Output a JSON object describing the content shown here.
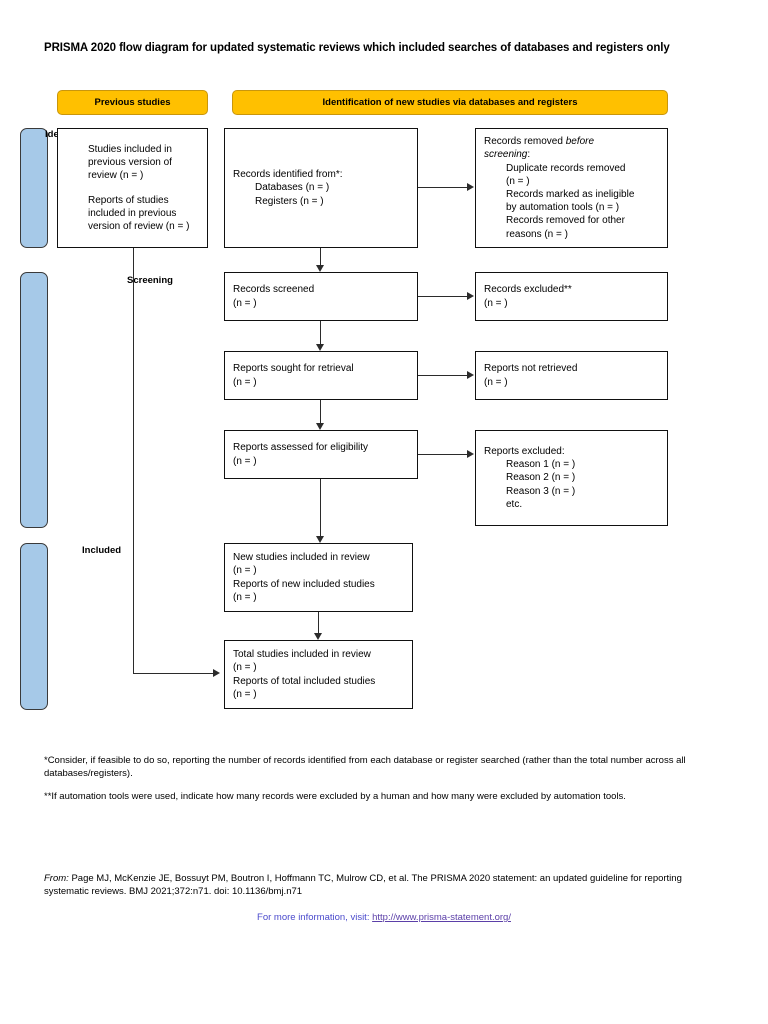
{
  "title": "PRISMA 2020 flow diagram for updated systematic reviews which included searches of databases and registers only",
  "headers": {
    "previous": "Previous studies",
    "new": "Identification of new studies via databases and registers"
  },
  "stages": {
    "identification": "Identification",
    "screening": "Screening",
    "included": "Included"
  },
  "boxes": {
    "previous_studies": {
      "line1": "Studies included in",
      "line2": "previous version of",
      "line3": "review (n = )",
      "line4": "Reports of studies",
      "line5": "included in previous",
      "line6": "version of review (n = )"
    },
    "identified": {
      "line1": "Records identified from*:",
      "line2": "Databases (n = )",
      "line3": "Registers (n = )"
    },
    "removed": {
      "line1a": "Records removed ",
      "line1b": "before",
      "line2a": "screening",
      "line2b": ":",
      "line3": "Duplicate records removed",
      "line4": "(n = )",
      "line5": "Records marked as ineligible",
      "line6": "by automation tools (n = )",
      "line7": "Records removed for other",
      "line8": "reasons (n = )"
    },
    "screened": {
      "line1": "Records screened",
      "line2": "(n = )"
    },
    "records_excluded": {
      "line1": "Records excluded**",
      "line2": "(n = )"
    },
    "sought": {
      "line1": "Reports sought for retrieval",
      "line2": "(n = )"
    },
    "not_retrieved": {
      "line1": "Reports not retrieved",
      "line2": "(n = )"
    },
    "assessed": {
      "line1": "Reports assessed for eligibility",
      "line2": "(n = )"
    },
    "reports_excluded": {
      "line1": "Reports excluded:",
      "line2": "Reason 1 (n = )",
      "line3": "Reason 2 (n = )",
      "line4": "Reason 3 (n = )",
      "line5": "etc."
    },
    "new_included": {
      "line1": "New studies included in review",
      "line2": "(n = )",
      "line3": "Reports of new included studies",
      "line4": "(n = )"
    },
    "total_included": {
      "line1": "Total studies included in review",
      "line2": "(n = )",
      "line3": "Reports of total included studies",
      "line4": "(n = )"
    }
  },
  "footnotes": {
    "one": "*Consider, if feasible to do so, reporting the number of records identified from each database or register searched (rather than the total number across all databases/registers).",
    "two": "**If automation tools were used, indicate how many records were excluded by a human and how many were excluded by automation tools."
  },
  "citation": {
    "from_label": "From:",
    "text": " Page MJ, McKenzie JE, Bossuyt PM, Boutron I, Hoffmann TC, Mulrow CD, et al. The PRISMA 2020 statement: an updated guideline for reporting systematic reviews. BMJ 2021;372:n71. doi: 10.1136/bmj.n71",
    "more_info_prefix": "For more information, visit: ",
    "more_info_link": "http://www.prisma-statement.org/"
  },
  "colors": {
    "header_orange": "#FFC000",
    "stage_blue": "#A6C9E8",
    "link": "#5b3fa8"
  }
}
